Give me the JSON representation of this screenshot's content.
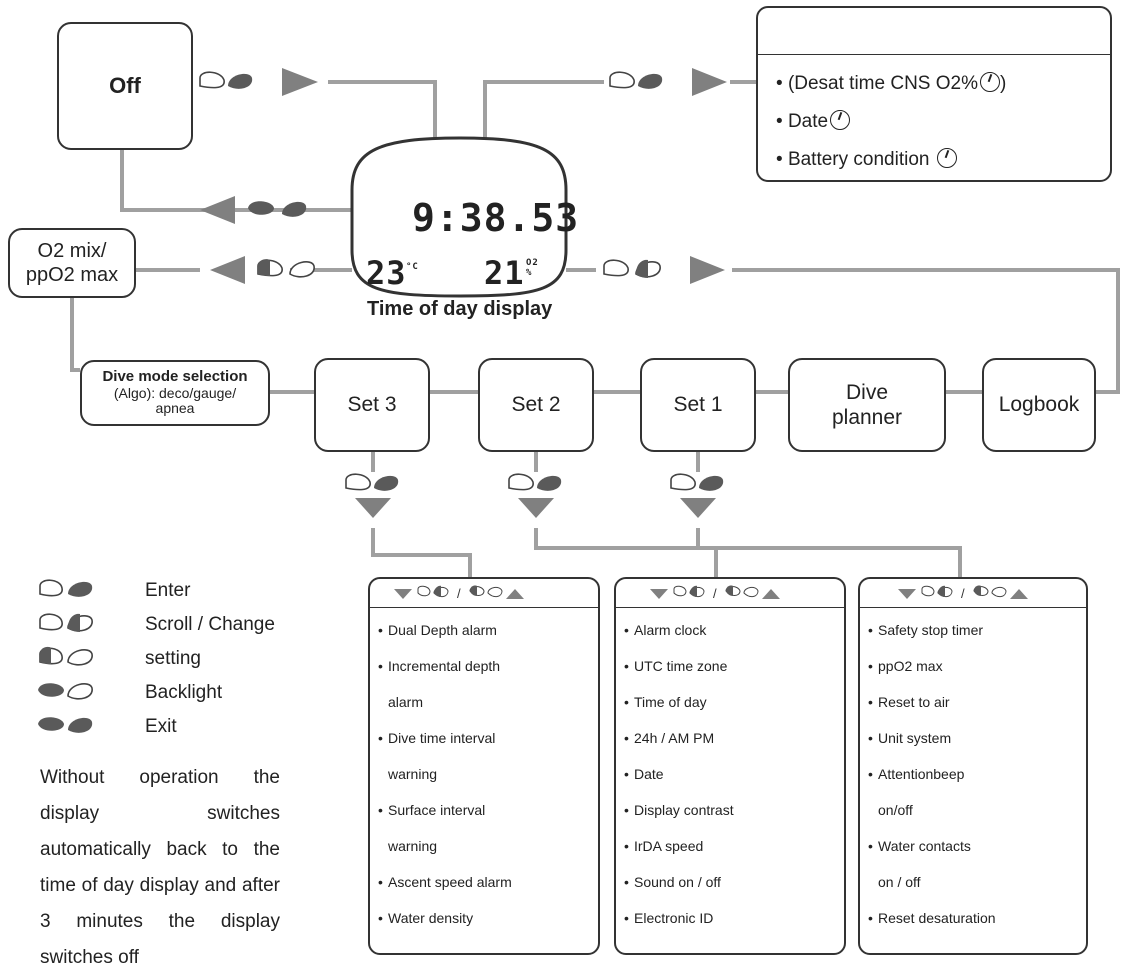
{
  "nodes": {
    "off": "Off",
    "o2_line1": "O2 mix/",
    "o2_line2": "ppO2 max",
    "dive_mode_title": "Dive mode selection",
    "dive_mode_sub": "(Algo): deco/gauge/ apnea",
    "set3": "Set 3",
    "set2": "Set 2",
    "set1": "Set 1",
    "dive_planner": "Dive planner",
    "logbook": "Logbook"
  },
  "watch": {
    "time": "9:38.53",
    "temp": "23",
    "temp_unit": "°C",
    "o2": "21",
    "o2_unit": "O2 %",
    "caption": "Time of day display"
  },
  "info_box": {
    "items": [
      "(Desat time CNS O2%",
      "Date",
      "Battery condition"
    ]
  },
  "menus": {
    "set3": [
      "Dual Depth alarm",
      "Incremental depth",
      "alarm",
      "Dive time interval",
      "warning",
      "Surface interval",
      "warning",
      "Ascent speed alarm",
      "Water density"
    ],
    "set2": [
      "Alarm clock",
      "UTC time zone",
      "Time of day",
      "24h / AM PM",
      "Date",
      "Display contrast",
      "IrDA speed",
      "Sound on / off",
      "Electronic ID"
    ],
    "set1": [
      "Safety stop timer",
      "ppO2 max",
      "Reset to air",
      "Unit system",
      "Attentionbeep",
      "on/off",
      "Water contacts",
      "on / off",
      "Reset desaturation"
    ]
  },
  "legend": [
    {
      "icon": "enter-buttons-icon",
      "label": "Enter"
    },
    {
      "icon": "scroll-right-buttons-icon",
      "label": "Scroll / Change"
    },
    {
      "icon": "scroll-left-buttons-icon",
      "label": "setting"
    },
    {
      "icon": "backlight-buttons-icon",
      "label": "Backlight"
    },
    {
      "icon": "exit-buttons-icon",
      "label": "Exit"
    }
  ],
  "note": "Without operation the display switches automatically back to the time of day display and after 3 minutes the display switches off",
  "colors": {
    "line": "#a0a0a0",
    "arrow": "#808080",
    "button_fill": "#5a5a5a",
    "border": "#333333"
  }
}
